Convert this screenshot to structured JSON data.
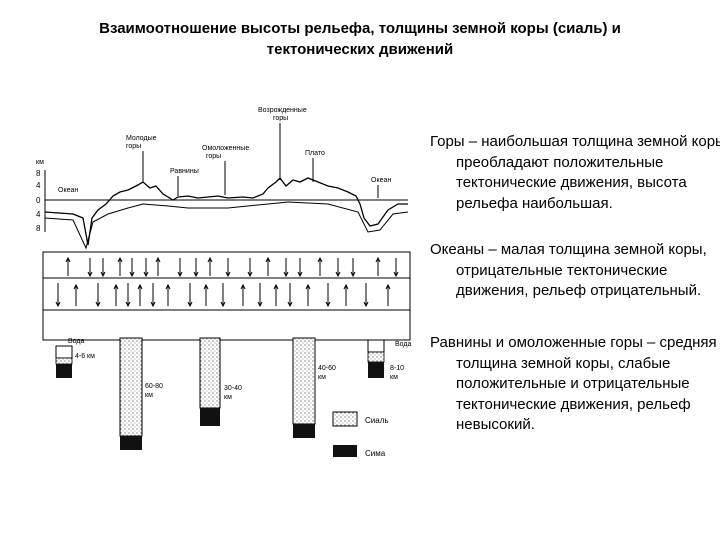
{
  "slide": {
    "title_line1": "Взаимоотношение высоты рельефа, толщины земной коры (сиаль) и",
    "title_line2": "тектонических движений"
  },
  "figure": {
    "labels": {
      "revived_mountains_1": "Возрожденные",
      "revived_mountains_2": "горы",
      "young_mountains_1": "Молодые",
      "young_mountains_2": "горы",
      "rejuvenated_mountains_1": "Омоложенные",
      "rejuvenated_mountains_2": "горы",
      "plains": "Равнины",
      "plateau": "Плато",
      "ocean_left": "Океан",
      "ocean_right": "Океан",
      "km_axis": "км",
      "axis_ticks": [
        "8",
        "4",
        "0",
        "4",
        "8"
      ]
    },
    "columns": {
      "water_left": "Вода",
      "thickness_1": "4-6 км",
      "thickness_2_line1": "60-80",
      "thickness_2_line2": "км",
      "thickness_3_line1": "30-40",
      "thickness_3_line2": "км",
      "thickness_4_line1": "40-60",
      "thickness_4_line2": "км",
      "water_right": "Вода",
      "thickness_5_line1": "8-10",
      "thickness_5_line2": "км"
    },
    "legend": {
      "sial": "Сиаль",
      "sima": "Сима"
    }
  },
  "text": {
    "para1": "Горы – наибольшая толщина земной коры, преобладают положительные тектонические движения, высота рельефа наибольшая.",
    "para2": "Океаны – малая толщина земной коры, отрицательные тектонические движения, рельеф отрицательный.",
    "para3": "Равнины и омоложенные горы – средняя толщина земной коры, слабые положительные и отрицательные тектонические движения, рельеф невысокий."
  }
}
